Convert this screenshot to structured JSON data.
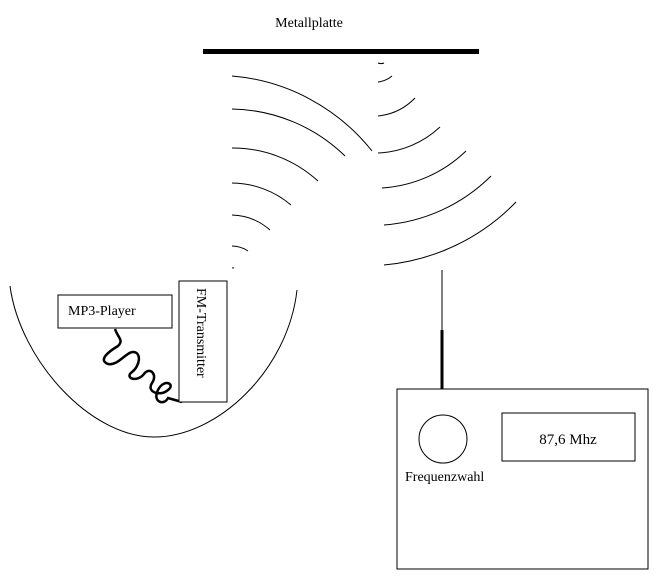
{
  "diagram": {
    "plate_label": "Metallplatte",
    "player_label": "MP3-Player",
    "transmitter_label": "FM-Transmitter",
    "frequency_display": "87,6 Mhz",
    "dial_label": "Frequenzwahl"
  },
  "colors": {
    "ink": "#000000",
    "background": "#ffffff"
  }
}
